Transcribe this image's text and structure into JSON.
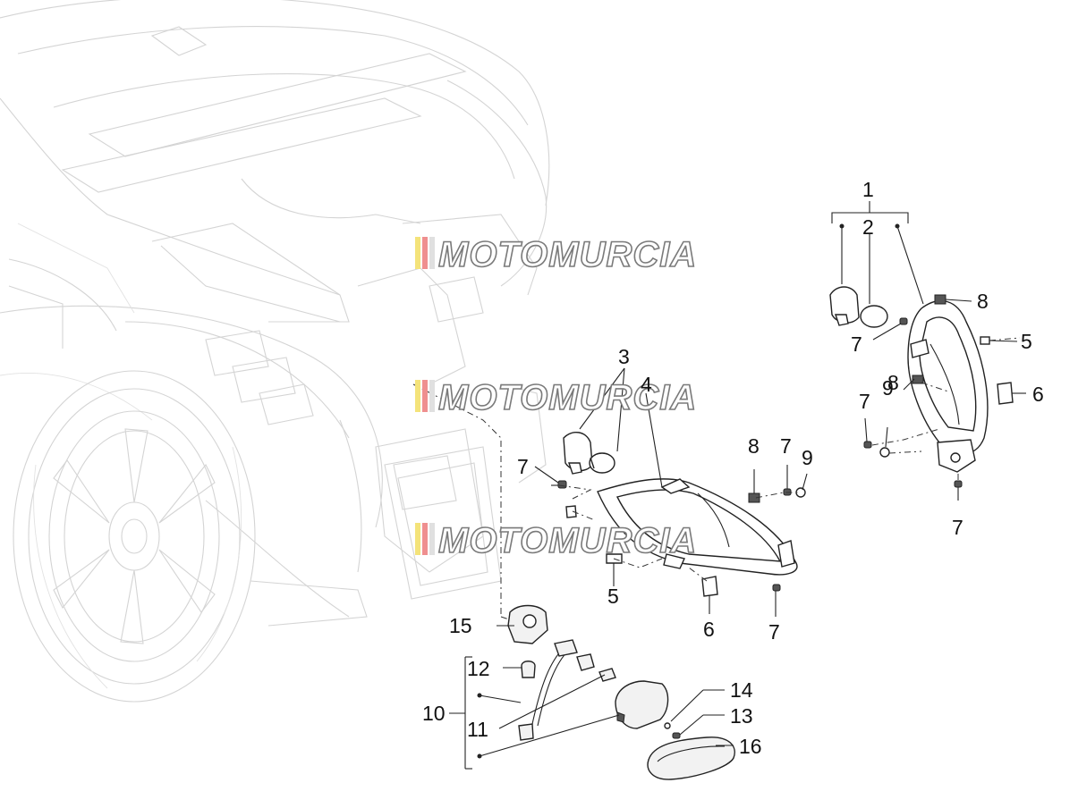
{
  "watermark": {
    "text": "MOTOMURCIA",
    "stripe_colors": [
      "#f4e37a",
      "#ef8f8f",
      "#e0e0e0"
    ]
  },
  "labels": {
    "l1": "1",
    "l2": "2",
    "l3": "3",
    "l4": "4",
    "l5a": "5",
    "l5b": "5",
    "l6a": "6",
    "l6b": "6",
    "l7a": "7",
    "l7b": "7",
    "l7c": "7",
    "l7d": "7",
    "l7e": "7",
    "l7f": "7",
    "l8a": "8",
    "l8b": "8",
    "l8c": "8",
    "l9a": "9",
    "l9b": "9",
    "l10": "10",
    "l11": "11",
    "l12": "12",
    "l13": "13",
    "l14": "14",
    "l15": "15",
    "l16": "16"
  },
  "colors": {
    "line": "#222222",
    "ghost": "#d4d4d4"
  }
}
